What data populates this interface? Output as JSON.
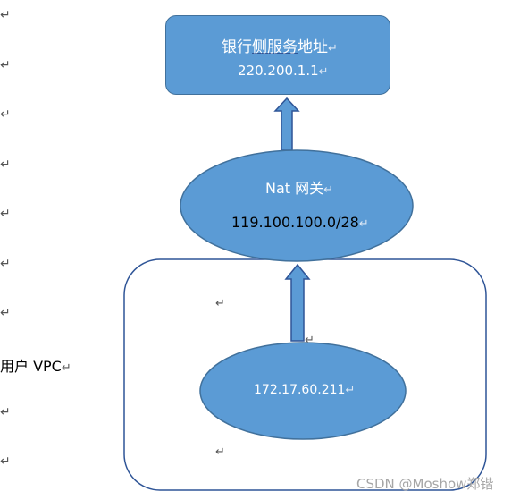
{
  "paragraph_mark": "↵",
  "bank_box": {
    "title_part1": "银行",
    "title_part2": "侧服务",
    "title_part3": "地址",
    "ip": "220.200.1.1"
  },
  "nat_gateway": {
    "title": "Nat 网关",
    "ip": "119.100.100.0/28"
  },
  "user_vpc": {
    "label": "用户 VPC",
    "host_ip": "172.17.60.211"
  },
  "watermark": "CSDN @Moshow郑锴",
  "colors": {
    "shape_fill": "#5b9bd5",
    "shape_border": "#41719c",
    "vpc_border": "#2f5597"
  }
}
